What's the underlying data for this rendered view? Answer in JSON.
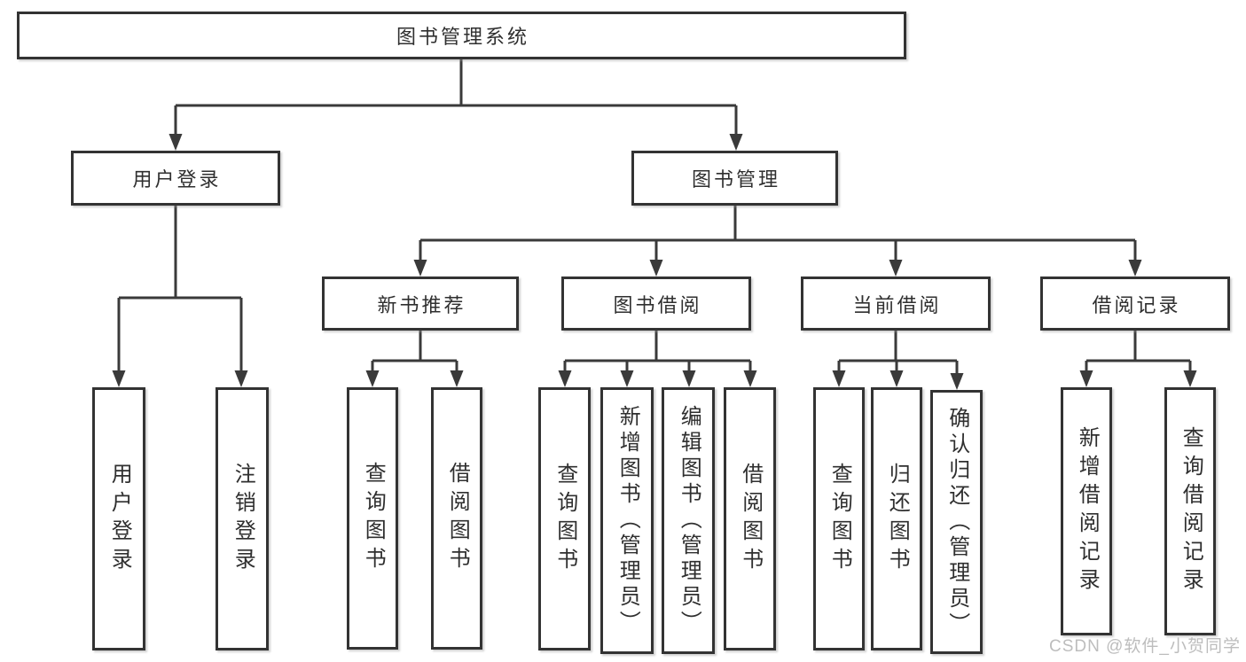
{
  "tree": {
    "label": "图书管理系统",
    "children": [
      {
        "label": "用户登录",
        "children": [
          {
            "label": "用户登录"
          },
          {
            "label": "注销登录"
          }
        ]
      },
      {
        "label": "图书管理",
        "children": [
          {
            "label": "新书推荐",
            "children": [
              {
                "label": "查询图书"
              },
              {
                "label": "借阅图书"
              }
            ]
          },
          {
            "label": "图书借阅",
            "children": [
              {
                "label": "查询图书"
              },
              {
                "label": "新增图书（管理员）"
              },
              {
                "label": "编辑图书（管理员）"
              },
              {
                "label": "借阅图书"
              }
            ]
          },
          {
            "label": "当前借阅",
            "children": [
              {
                "label": "查询图书"
              },
              {
                "label": "归还图书"
              },
              {
                "label": "确认归还（管理员）"
              }
            ]
          },
          {
            "label": "借阅记录",
            "children": [
              {
                "label": "新增借阅记录"
              },
              {
                "label": "查询借阅记录"
              }
            ]
          }
        ]
      }
    ]
  },
  "watermark": "CSDN @软件_小贺同学",
  "colors": {
    "line": "#3a3a3a",
    "border": "#333333",
    "text": "#2f2f2f",
    "watermark": "#bdbdbd",
    "background": "#ffffff"
  }
}
